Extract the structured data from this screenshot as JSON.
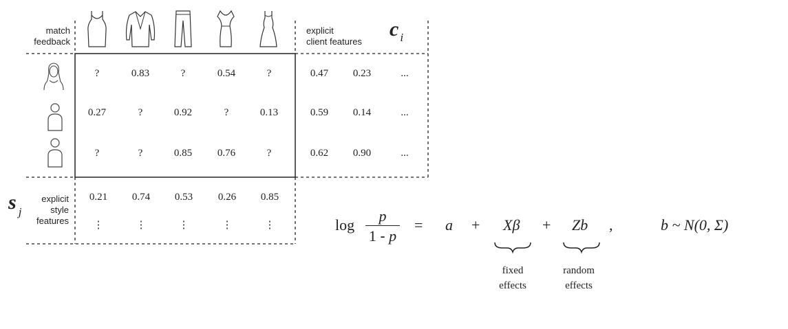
{
  "header": {
    "match_feedback_line1": "match",
    "match_feedback_line2": "feedback",
    "explicit_client_line1": "explicit",
    "explicit_client_line2": "client features",
    "client_symbol": "c",
    "client_subscript": "i"
  },
  "clothing_icons": [
    "tank-top-icon",
    "sweater-icon",
    "pants-icon",
    "fitted-dress-icon",
    "long-dress-icon"
  ],
  "client_icons": [
    "woman-client-icon",
    "person-client-icon",
    "person-client-icon"
  ],
  "feedback_rows": [
    [
      "?",
      "0.83",
      "?",
      "0.54",
      "?"
    ],
    [
      "0.27",
      "?",
      "0.92",
      "?",
      "0.13"
    ],
    [
      "?",
      "?",
      "0.85",
      "0.76",
      "?"
    ]
  ],
  "client_feature_rows": [
    [
      "0.47",
      "0.23",
      "..."
    ],
    [
      "0.59",
      "0.14",
      "..."
    ],
    [
      "0.62",
      "0.90",
      "..."
    ]
  ],
  "style": {
    "symbol": "s",
    "subscript": "j",
    "label_line1": "explicit",
    "label_line2": "style",
    "label_line3": "features",
    "values": [
      "0.21",
      "0.74",
      "0.53",
      "0.26",
      "0.85"
    ],
    "continuation": [
      "⋮",
      "⋮",
      "⋮",
      "⋮",
      "⋮"
    ]
  },
  "equation": {
    "log": "log",
    "numerator": "p",
    "denominator_one": "1",
    "denominator_minus": "-",
    "denominator_p": "p",
    "equals": "=",
    "a": "a",
    "plus1": "+",
    "x_beta": "Xβ",
    "plus2": "+",
    "zb": "Zb",
    "comma": ",",
    "distribution": "b ~ N(0, Σ)",
    "fixed_line1": "fixed",
    "fixed_line2": "effects",
    "random_line1": "random",
    "random_line2": "effects"
  }
}
